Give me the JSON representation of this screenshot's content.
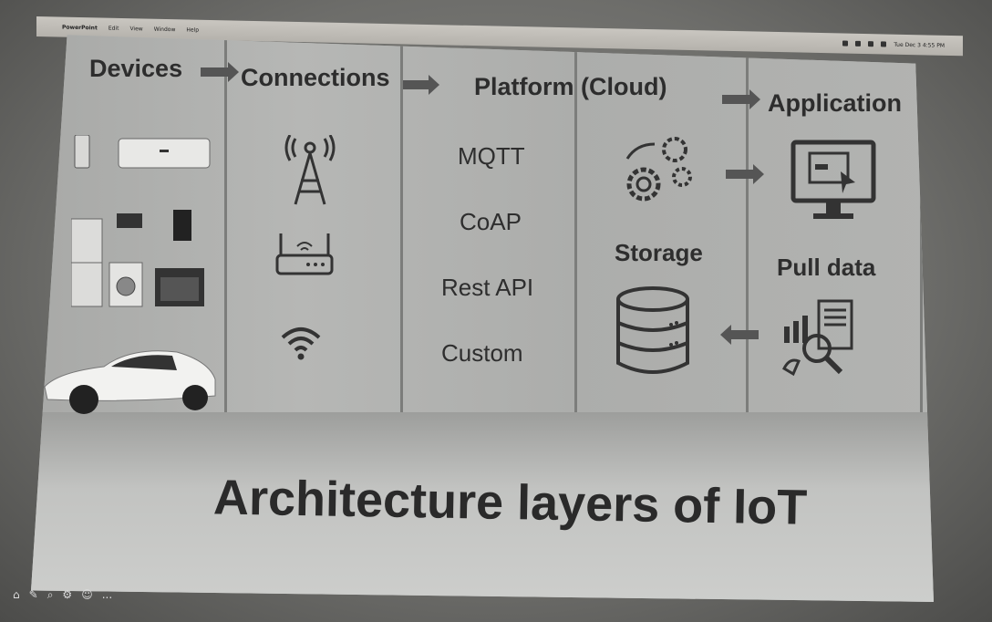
{
  "menubar": {
    "apple": "",
    "app": "PowerPoint",
    "items": [
      "Edit",
      "View",
      "Window",
      "Help"
    ],
    "clock": "Tue Dec 3  4:55 PM"
  },
  "columns": {
    "devices": "Devices",
    "connections": "Connections",
    "platform": "Platform (Cloud)",
    "application": "Application"
  },
  "protocols": [
    "MQTT",
    "CoAP",
    "Rest API",
    "Custom"
  ],
  "platform_labels": {
    "storage": "Storage"
  },
  "application_labels": {
    "pull": "Pull data"
  },
  "title": "Architecture layers of IoT",
  "taskbar": {
    "more": "..."
  }
}
